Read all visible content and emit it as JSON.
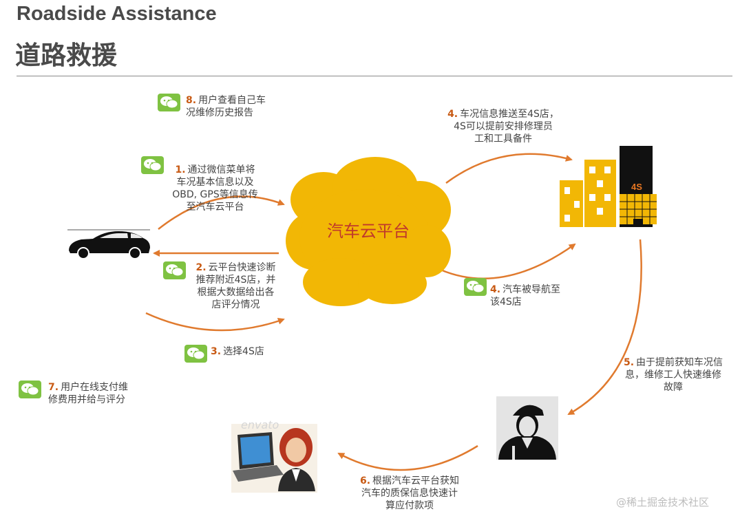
{
  "header": {
    "title_en": "Roadside Assistance",
    "title_cn": "道路救援"
  },
  "platform": {
    "label": "汽车云平台",
    "dealer_label": "4S"
  },
  "steps": [
    {
      "num": "1.",
      "lines": [
        "通过微信菜单将",
        "车况基本信息以及",
        "OBD, GPS等信息传",
        "至汽车云平台"
      ],
      "wechat": true
    },
    {
      "num": "2.",
      "lines": [
        "云平台快速诊断",
        "推荐附近4S店，并",
        "根据大数据给出各",
        "店评分情况"
      ],
      "wechat": true
    },
    {
      "num": "3.",
      "lines": [
        "选择4S店"
      ],
      "wechat": true
    },
    {
      "num": "4.",
      "lines": [
        "车况信息推送至4S店，",
        "4S可以提前安排修理员",
        "工和工具备件"
      ],
      "wechat": false
    },
    {
      "num": "4.",
      "lines": [
        "汽车被导航至",
        "该4S店"
      ],
      "wechat": true
    },
    {
      "num": "5.",
      "lines": [
        "由于提前获知车况信",
        "息，维修工人快速维修",
        "故障"
      ],
      "wechat": false
    },
    {
      "num": "6.",
      "lines": [
        "根据汽车云平台获知",
        "汽车的质保信息快速计",
        "算应付款项"
      ],
      "wechat": false
    },
    {
      "num": "7.",
      "lines": [
        "用户在线支付维",
        "修费用并给与评分"
      ],
      "wechat": true
    },
    {
      "num": "8.",
      "lines": [
        "用户查看自己车",
        "况维修历史报告"
      ],
      "wechat": true
    }
  ],
  "icons": {
    "wechat": "wechat-icon",
    "car": "car-icon",
    "cloud": "cloud-icon",
    "buildings": "dealer-buildings-icon",
    "mechanic": "mechanic-icon",
    "user": "user-laptop-icon"
  },
  "colors": {
    "accent_orange": "#c85a14",
    "arrow_orange": "#e07a2e",
    "cloud_yellow": "#f2b705",
    "wechat_green": "#7fc242",
    "text": "#444444"
  },
  "watermark": "@稀土掘金技术社区",
  "photo_mark": "envato"
}
